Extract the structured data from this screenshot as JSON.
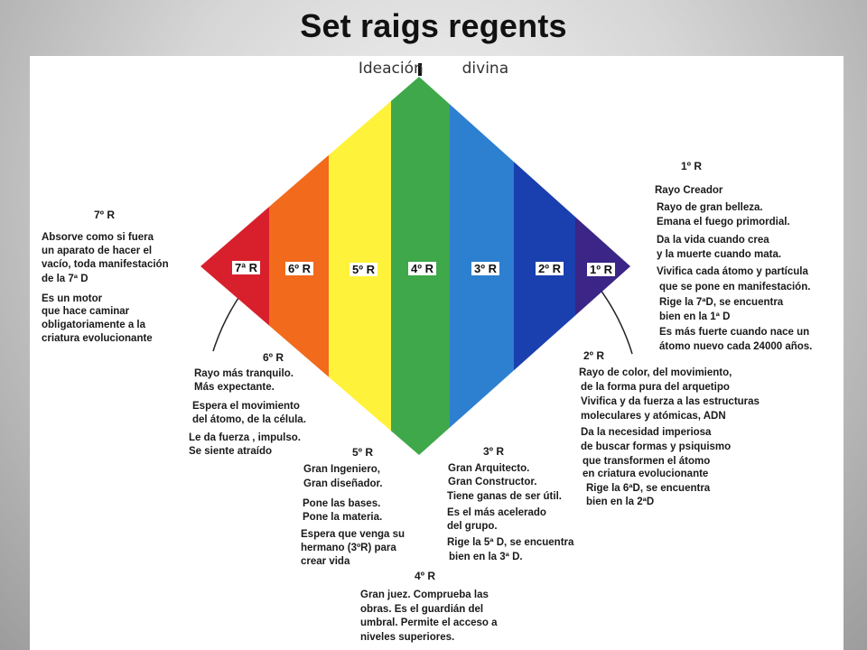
{
  "title": "Set raigs regents",
  "top_label": {
    "left": "Ideación",
    "right": "divina"
  },
  "rays": [
    {
      "label": "7ª R",
      "color": "#d8202c"
    },
    {
      "label": "6º R",
      "color": "#f26a1b"
    },
    {
      "label": "5º R",
      "color": "#fff23a"
    },
    {
      "label": "4º R",
      "color": "#3fa84a"
    },
    {
      "label": "3º R",
      "color": "#2d7fd0"
    },
    {
      "label": "2º R",
      "color": "#1a3fae"
    },
    {
      "label": "1º R",
      "color": "#3b2586"
    }
  ],
  "ray1": {
    "header": "1º R",
    "lines": [
      "Rayo  Creador",
      "Rayo de gran belleza.",
      "Emana el fuego primordial.",
      "Da la vida cuando crea",
      "y la muerte cuando mata.",
      "Vivifica cada átomo y partícula",
      "que se pone en  manifestación.",
      "Rige la 7ªD,  se encuentra",
      "bien en la  1ª D",
      "Es más fuerte cuando nace  un",
      "átomo nuevo cada  24000 años."
    ]
  },
  "ray2": {
    "header": "2º R",
    "lines": [
      "Rayo de color, del movimiento,",
      "de la  forma pura del arquetipo",
      "Vivifica y da fuerza a las estructuras",
      "moleculares y atómicas, ADN",
      "Da la necesidad imperiosa",
      "de buscar formas y psiquismo",
      "que transformen el átomo",
      "en criatura evolucionante",
      "Rige la 6ªD, se encuentra",
      "bien en la 2ªD"
    ]
  },
  "ray3": {
    "header": "3º R",
    "lines": [
      "Gran  Arquitecto.",
      "Gran  Constructor.",
      "Tiene ganas de ser  útil.",
      "Es el más acelerado",
      "del  grupo.",
      "Rige la 5ª D, se encuentra",
      "bien  en la 3ª D."
    ]
  },
  "ray4": {
    "header": "4º R",
    "lines": [
      "Gran juez.  Comprueba las",
      "obras.  Es el guardián del",
      "umbral.  Permite  el acceso a",
      "niveles superiores."
    ]
  },
  "ray5": {
    "header": "5º R",
    "lines": [
      "Gran  Ingeniero,",
      "Gran  diseñador.",
      "Pone las  bases.",
      "Pone la materia.",
      "Espera que venga su",
      "hermano  (3ºR) para",
      "crear vida"
    ]
  },
  "ray6": {
    "header": "6º R",
    "lines": [
      "Rayo más tranquilo.",
      "Más expectante.",
      "Espera el movimiento",
      "del átomo, de la célula.",
      "Le da fuerza , impulso.",
      "Se siente atraído"
    ]
  },
  "ray7": {
    "header": "7º R",
    "lines": [
      "Absorve como si fuera",
      "un aparato de hacer el",
      "vacío, toda manifestación",
      "de la 7ª D",
      "Es  un motor",
      "que hace caminar",
      "obligatoriamente  a la",
      "criatura evolucionante"
    ]
  }
}
